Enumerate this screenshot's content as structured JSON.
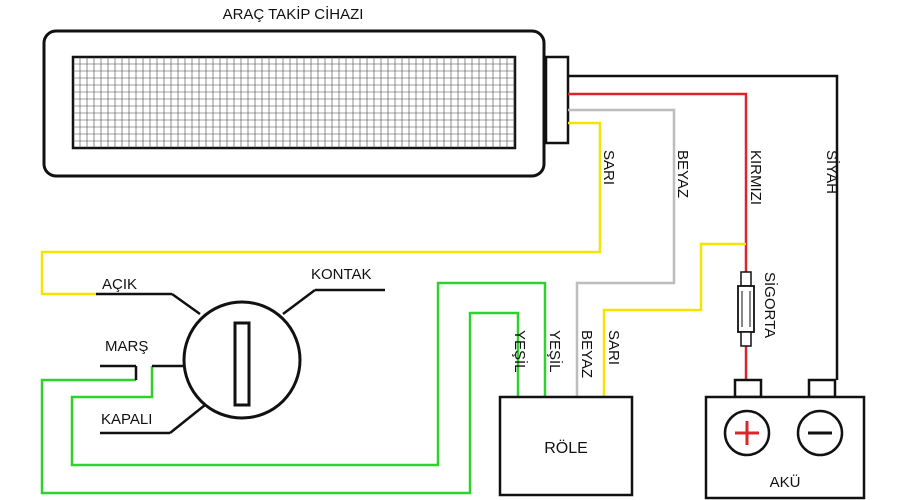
{
  "title": "ARAÇ TAKİP CİHAZI",
  "wires": {
    "yellow": "SARI",
    "white": "BEYAZ",
    "red": "KIRMIZI",
    "black": "SİYAH"
  },
  "fuse_label": "SİGORTA",
  "ignition": {
    "open": "AÇIK",
    "contact": "KONTAK",
    "start": "MARŞ",
    "closed": "KAPALI"
  },
  "relay": {
    "label": "RÖLE",
    "pins": [
      "YEŞİL",
      "YEŞİL",
      "BEYAZ",
      "SARI"
    ]
  },
  "battery": {
    "label": "AKÜ",
    "plus": "+",
    "minus": "−"
  },
  "colors": {
    "yellow": "#f5e400",
    "white": "#bdbdbd",
    "red": "#d9262b",
    "black": "#111111",
    "green": "#2fd12f"
  }
}
